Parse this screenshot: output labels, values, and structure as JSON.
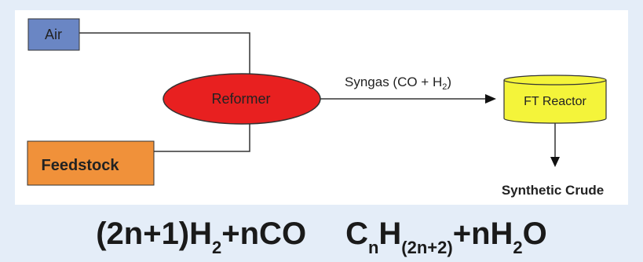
{
  "nodes": {
    "air": "Air",
    "feedstock": "Feedstock",
    "reformer": "Reformer",
    "ft_reactor": "FT Reactor",
    "synthetic_crude": "Synthetic Crude"
  },
  "edge": {
    "syngas_main": "Syngas (CO + H",
    "syngas_sub": "2",
    "syngas_close": ")"
  },
  "equation": {
    "left_a": "(2n+1)H",
    "left_a_sub": "2",
    "left_b": "+nCO",
    "right_c": "C",
    "right_c_sub": "n",
    "right_h": "H",
    "right_h_sub": "(2n+2)",
    "right_b": "+nH",
    "right_b_sub": "2",
    "right_o": "O"
  },
  "colors": {
    "background": "#e4edf8",
    "panel": "#ffffff",
    "air_box": "#6a86c4",
    "feedstock_box": "#f0913a",
    "reformer": "#e82020",
    "ft_reactor": "#f4f43a"
  }
}
